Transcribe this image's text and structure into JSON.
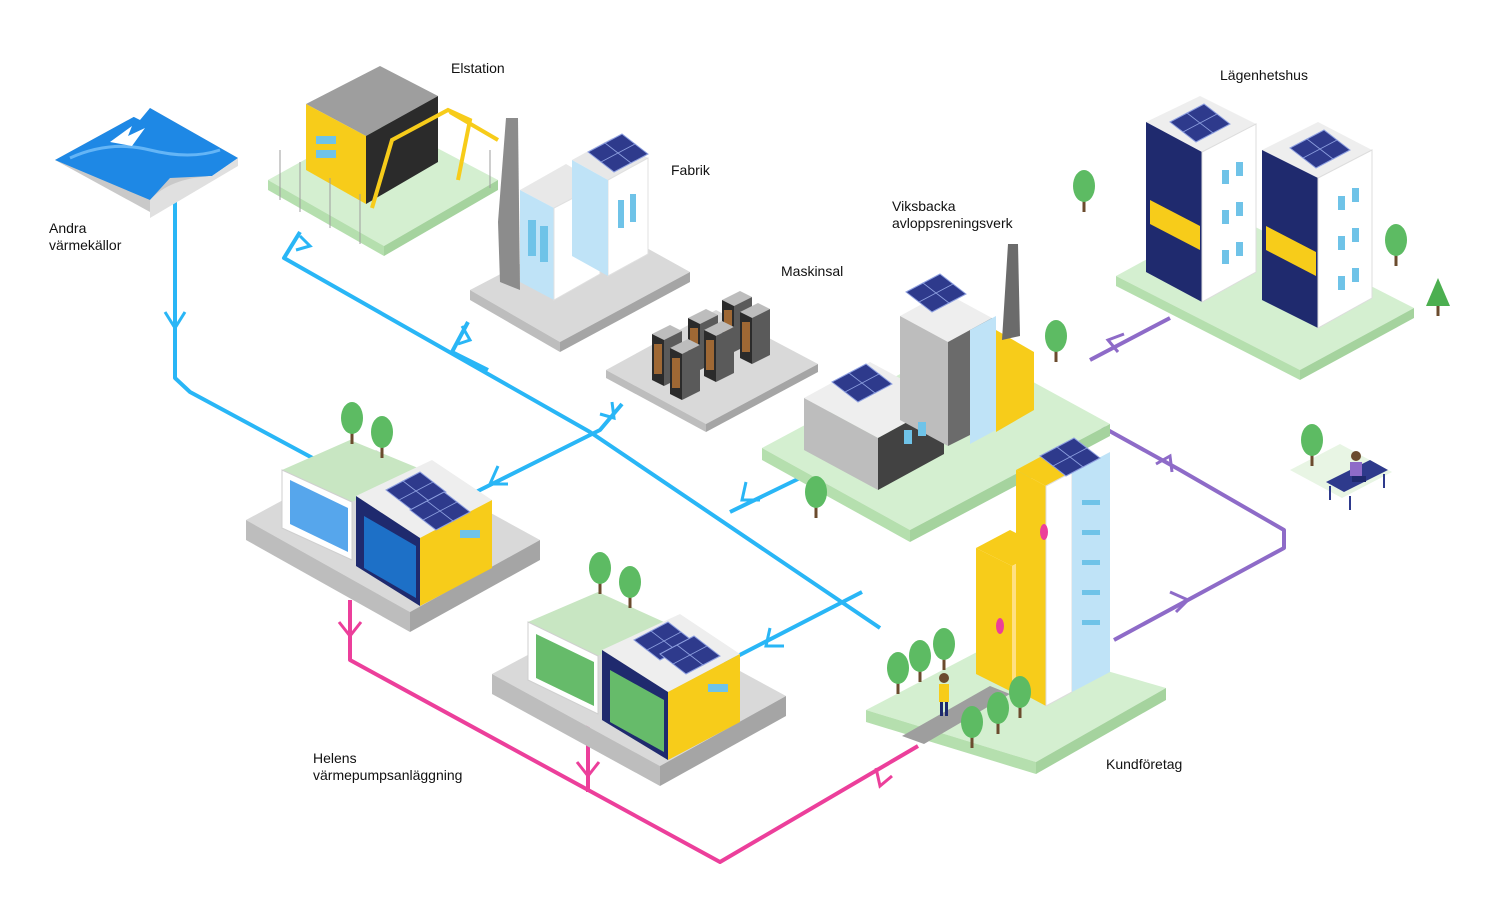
{
  "labels": {
    "other_sources": [
      "Andra",
      "värmekällor"
    ],
    "substation": "Elstation",
    "factory": "Fabrik",
    "machine_hall": "Maskinsal",
    "treatment_plant": [
      "Viksbacka",
      "avloppsreningsverk"
    ],
    "apartments": "Lägenhetshus",
    "heat_pump": [
      "Helens",
      "värmepumpsanläggning"
    ],
    "customer": "Kundföretag"
  },
  "colors": {
    "heat_source_pipe": "#29b6f6",
    "hot_water_pipe": "#ec3f9b",
    "return_pipe": "#8e6bc8",
    "accent_yellow": "#f7cc1a",
    "ground_green": "#d4efd0",
    "solar_panel": "#2e3a8c"
  },
  "icons": [
    "gull-icon",
    "solar-panel-icon",
    "chimney-icon",
    "server-rack-icon",
    "tree-icon",
    "person-icon",
    "bench-icon"
  ]
}
